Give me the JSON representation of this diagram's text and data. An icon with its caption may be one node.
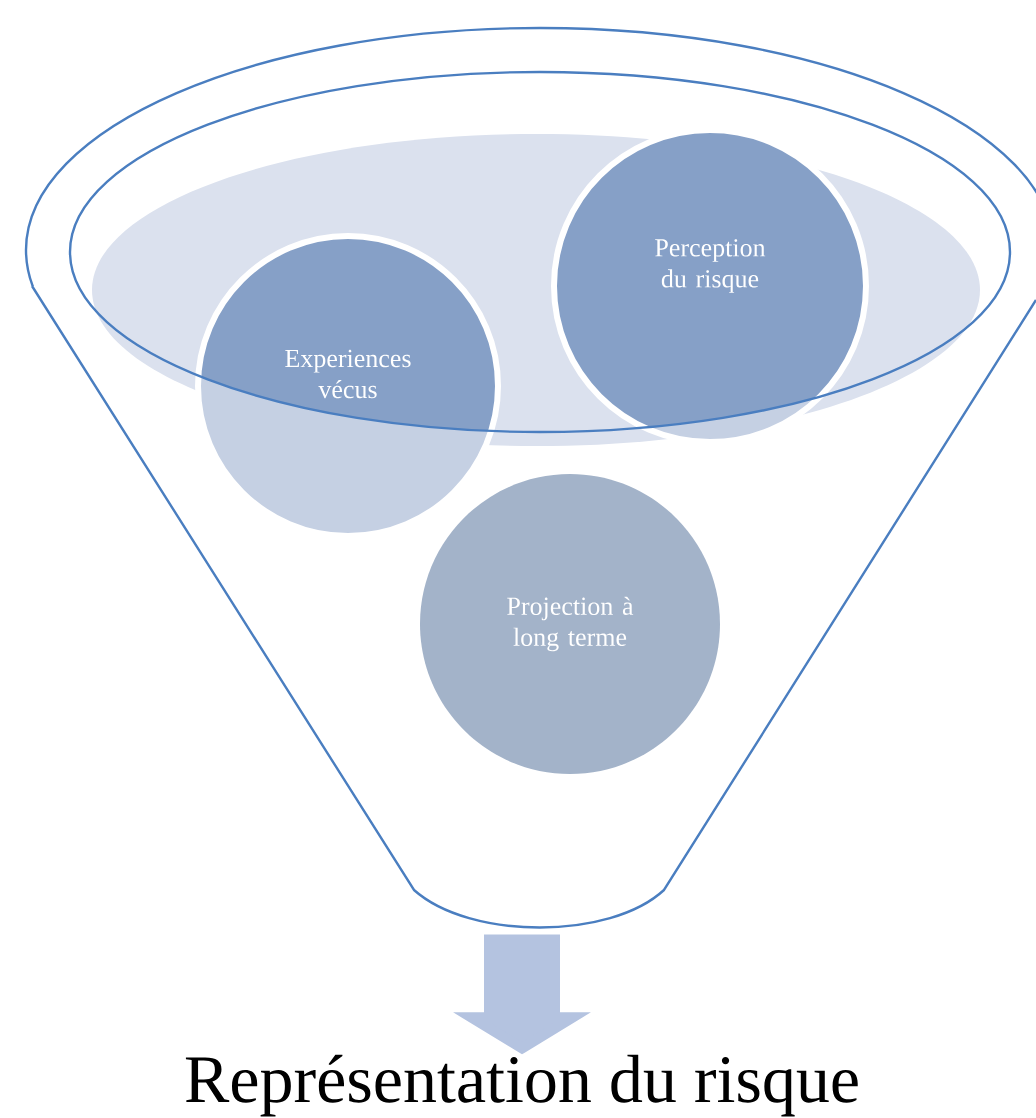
{
  "diagram": {
    "nodes": [
      {
        "text": [],
        "shape": "funnel"
      },
      {
        "text": [
          "Perception du risque"
        ],
        "in": 0
      },
      {
        "text": [
          "Experiences vécus"
        ],
        "in": 0
      },
      {
        "text": [
          "Projection à long terme"
        ],
        "in": 0
      },
      {
        "text": [
          "Représentation du risque"
        ]
      }
    ],
    "edges": [
      {
        "from": 0,
        "to": 4,
        "arrow": "to"
      }
    ]
  }
}
